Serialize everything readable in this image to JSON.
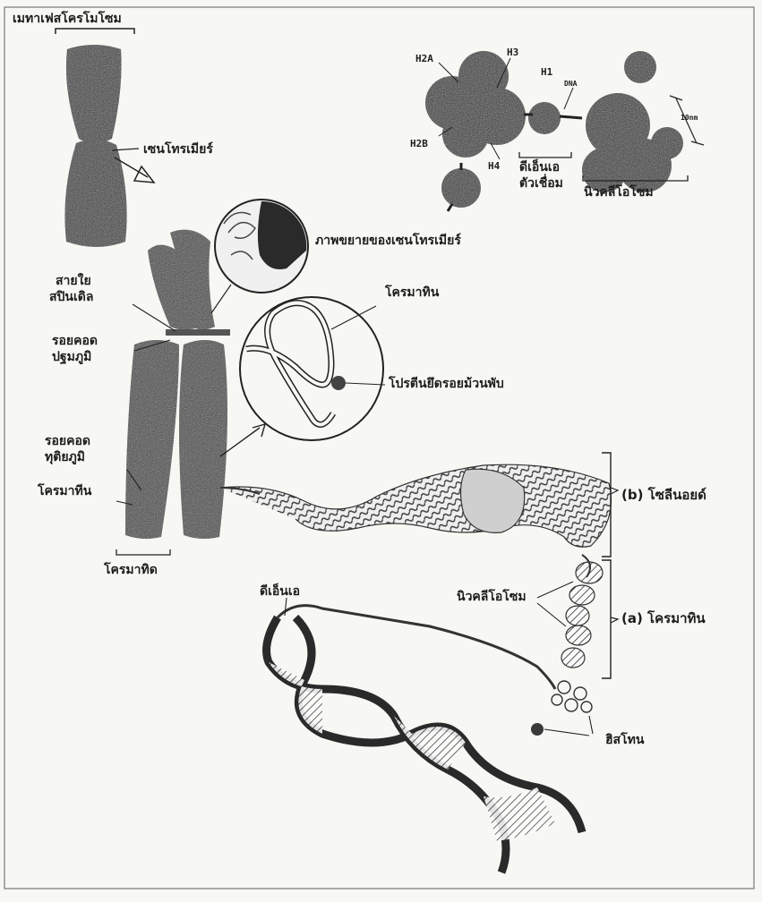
{
  "labels": {
    "metaphase_chromosome": "เมทาเฟสโครโมโซม",
    "centromere": "เซนโทรเมียร์",
    "centromere_magnified": "ภาพขยายของเซนโทรเมียร์",
    "spindle_fiber_line1": "สายใย",
    "spindle_fiber_line2": "สปินเดิล",
    "primary_constriction_line1": "รอยคอด",
    "primary_constriction_line2": "ปฐมภูมิ",
    "secondary_constriction_line1": "รอยคอด",
    "secondary_constriction_line2": "ทุติยภูมิ",
    "chromonema": "โครมาทีน",
    "chromatid": "โครมาทิด",
    "chromatin_inset": "โครมาทิน",
    "scaffold_protein": "โปรตีนยึดรอยม้วนพับ",
    "solenoid": "(b) โซลีนอยด์",
    "chromatin_a": "(a) โครมาทิน",
    "nucleosomes": "นิวคลีโอโซม",
    "dna": "ดีเอ็นเอ",
    "histones": "ฮิสโทน",
    "nucleosome_top": "นิวคลีโอโซม",
    "linker_dna_line1": "ดีเอ็นเอ",
    "linker_dna_line2": "ตัวเชื่อม",
    "h2a": "H2A",
    "h3": "H3",
    "h1": "H1",
    "dna_small": "DNA",
    "h2b": "H2B",
    "h4": "H4",
    "size_10nm": "10nm"
  },
  "colors": {
    "ink": "#1c1c1c",
    "background": "#f7f7f4",
    "chromosome": "#2e2e2e",
    "histone": "#262626"
  }
}
